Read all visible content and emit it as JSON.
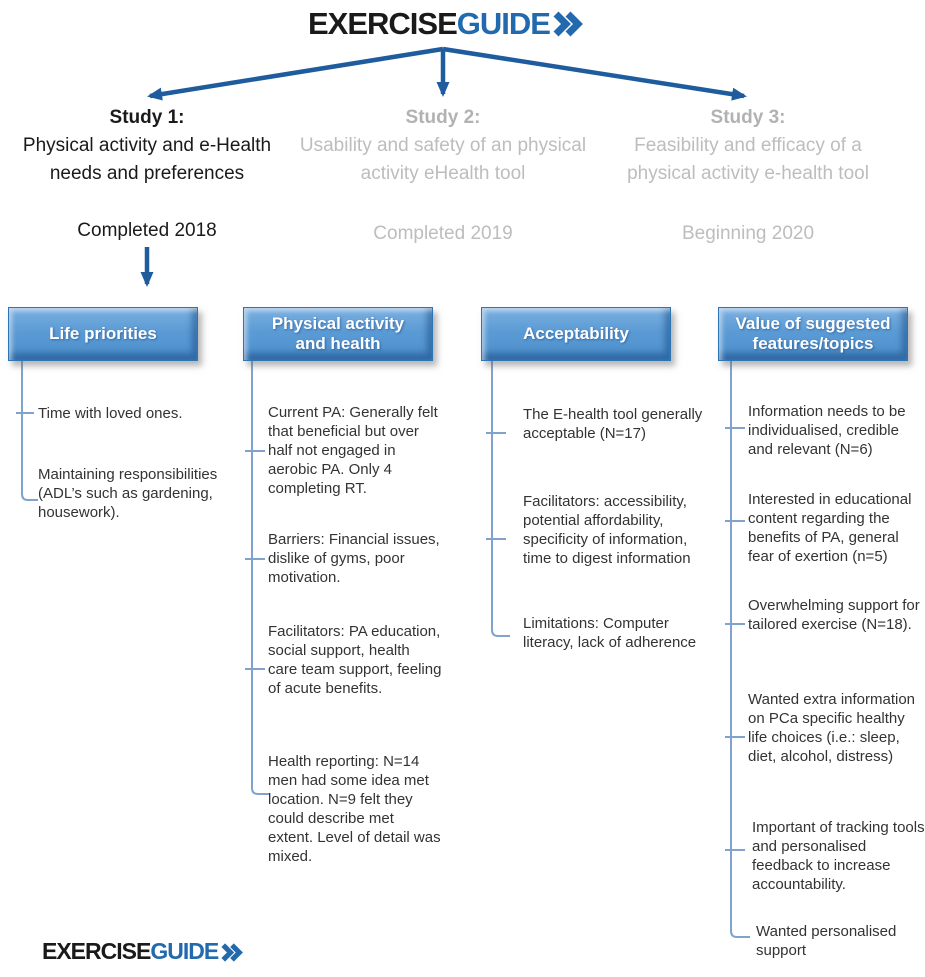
{
  "colors": {
    "brand_black": "#1a1a1a",
    "brand_blue": "#2269ae",
    "arrow_blue": "#1e5c9e",
    "box_blue": "#5b9bd5",
    "box_border": "#2e75b6",
    "connector_blue": "#7fa3cc",
    "inactive_gray": "#bdbdbd",
    "body_text": "#333333"
  },
  "logo": {
    "part1": "EXERCISE",
    "part2": "GUIDE",
    "chevron_icon": "double-chevron-right"
  },
  "studies": [
    {
      "title": "Study 1:",
      "subtitle": "Physical activity and e-Health needs and preferences",
      "status": "Completed 2018"
    },
    {
      "title": "Study 2:",
      "subtitle": "Usability and safety of an physical activity eHealth tool",
      "status": "Completed 2019"
    },
    {
      "title": "Study 3:",
      "subtitle": "Feasibility and efficacy of a physical activity e-health tool",
      "status": "Beginning 2020"
    }
  ],
  "columns": [
    {
      "header": "Life priorities",
      "items": [
        "Time with loved ones.",
        "Maintaining responsibilities (ADL’s such as gardening, housework)."
      ]
    },
    {
      "header": "Physical activity and health",
      "items": [
        "Current PA: Generally felt that beneficial but over half not engaged in aerobic PA. Only 4 completing RT.",
        "Barriers: Financial issues, dislike of gyms, poor motivation.",
        "Facilitators: PA education, social support, health care team support, feeling of acute benefits.",
        "Health reporting: N=14 men had some idea met location. N=9 felt they could describe met extent. Level of detail was mixed."
      ]
    },
    {
      "header": "Acceptability",
      "items": [
        "The E-health tool generally acceptable (N=17)",
        "Facilitators: accessibility, potential affordability, specificity of information, time to digest information",
        "Limitations: Computer literacy, lack of adherence"
      ]
    },
    {
      "header": "Value of suggested features/topics",
      "items": [
        "Information needs to be individualised, credible and relevant (N=6)",
        "Interested in educational content regarding the benefits of PA, general fear of exertion (n=5)",
        "Overwhelming support for tailored exercise (N=18).",
        "Wanted extra information on PCa specific healthy life choices (i.e.: sleep, diet, alcohol, distress)",
        "Important of tracking tools and personalised feedback to increase accountability.",
        "Wanted personalised support"
      ]
    }
  ]
}
